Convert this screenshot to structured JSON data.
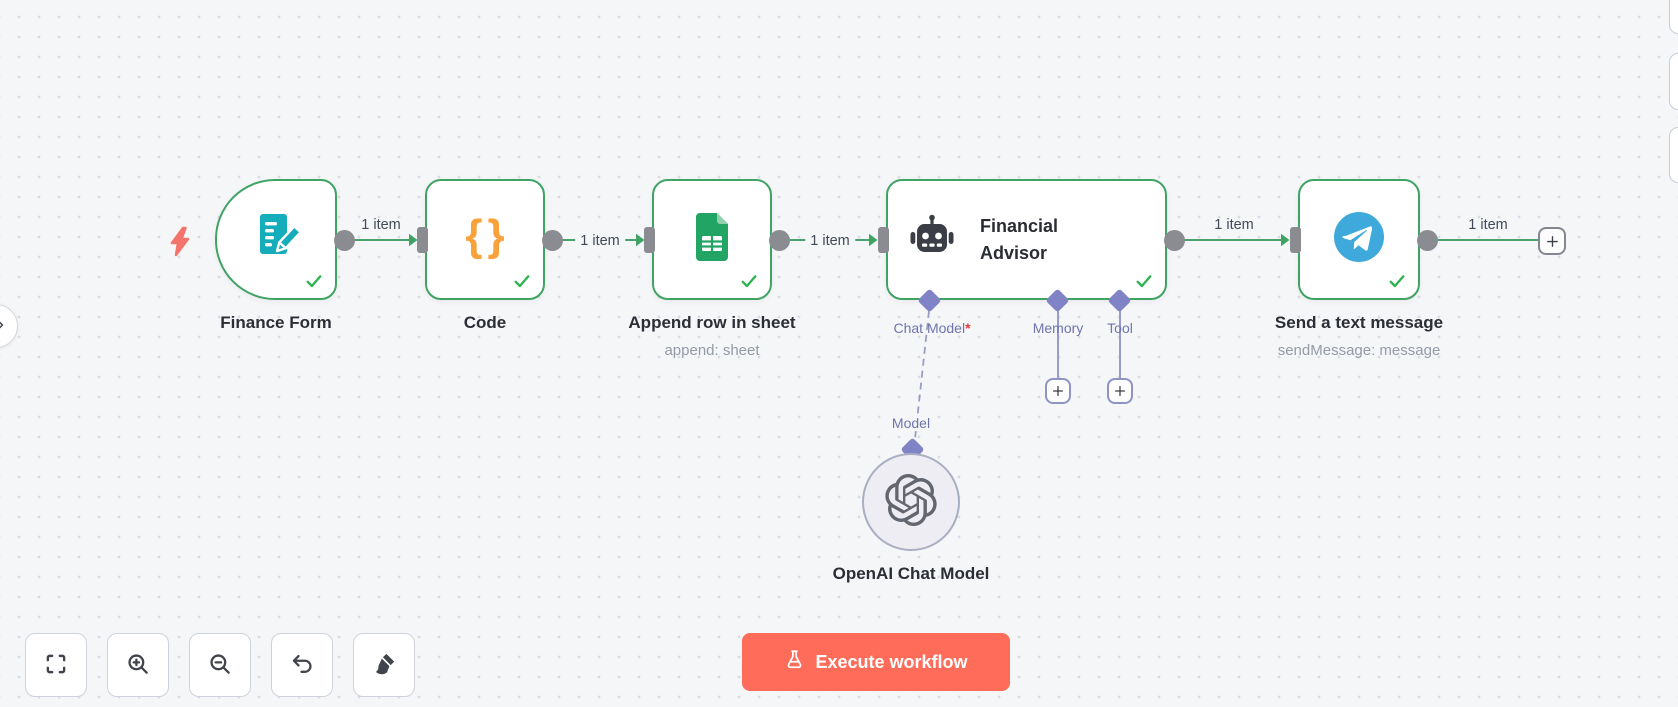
{
  "workflow": {
    "nodes": [
      {
        "id": "finance-form",
        "label": "Finance Form",
        "icon": "form-document-pencil-icon",
        "status": "success"
      },
      {
        "id": "code",
        "label": "Code",
        "icon": "curly-braces-icon",
        "icon_glyph": "{}",
        "status": "success"
      },
      {
        "id": "append-row-in-sheet",
        "label": "Append row in sheet",
        "subtitle": "append: sheet",
        "icon": "google-sheets-icon",
        "status": "success"
      },
      {
        "id": "financial-advisor",
        "label": "Financial Advisor",
        "icon": "robot-icon",
        "status": "success",
        "input_ports": [
          {
            "label": "Chat Model",
            "required_marker": "*"
          },
          {
            "label": "Memory"
          },
          {
            "label": "Tool"
          }
        ]
      },
      {
        "id": "send-a-text-message",
        "label": "Send a text message",
        "subtitle": "sendMessage: message",
        "icon": "telegram-icon",
        "status": "success"
      },
      {
        "id": "openai-chat-model",
        "label": "OpenAI Chat Model",
        "icon": "openai-icon",
        "port_label": "Model"
      }
    ],
    "connections": [
      {
        "from": "Finance Form",
        "to": "Code",
        "label": "1 item"
      },
      {
        "from": "Code",
        "to": "Append row in sheet",
        "label": "1 item"
      },
      {
        "from": "Append row in sheet",
        "to": "Financial Advisor",
        "label": "1 item"
      },
      {
        "from": "Financial Advisor",
        "to": "Send a text message",
        "label": "1 item"
      },
      {
        "from": "Send a text message",
        "to": "add-node",
        "label": "1 item"
      }
    ]
  },
  "controls": {
    "execute_button": {
      "label": "Execute workflow",
      "icon": "flask-icon",
      "color": "#ff6d5a"
    },
    "toolbar": [
      {
        "icon": "zoom-to-fit-icon"
      },
      {
        "icon": "zoom-in-icon"
      },
      {
        "icon": "zoom-out-icon"
      },
      {
        "icon": "undo-icon"
      },
      {
        "icon": "tidy-up-icon"
      }
    ]
  },
  "colors": {
    "node_border_green": "#3fa364",
    "connection_green": "#48a26c",
    "port_gray": "#8a8c91",
    "agent_purple": "#8084c6",
    "port_label_purple": "#7074ad",
    "required_red": "#e23b3b",
    "telegram_blue": "#3fa9dc",
    "sheets_green": "#21a464",
    "form_teal": "#15adbb",
    "code_orange": "#f9a23c",
    "execute_coral": "#ff6d5a",
    "check_green": "#2db350",
    "bolt_coral": "#f3746c"
  }
}
